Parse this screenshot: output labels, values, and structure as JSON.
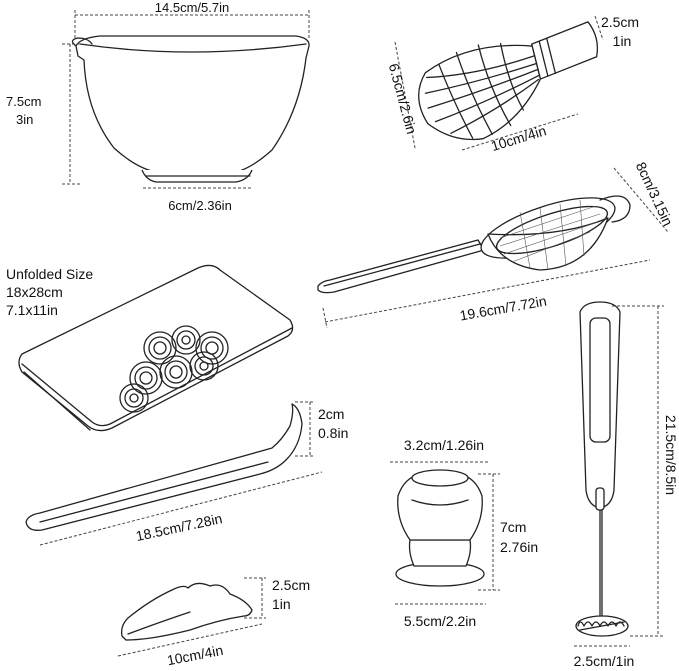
{
  "bowl": {
    "width": "14.5cm/5.7in",
    "height_cm": "7.5cm",
    "height_in": "3in",
    "base": "6cm/2.36in"
  },
  "whisk": {
    "handle_cm": "2.5cm",
    "handle_in": "1in",
    "height": "6.5cm/2.6in",
    "length": "10cm/4in"
  },
  "strainer": {
    "diameter": "8cm/3.15in",
    "length": "19.6cm/7.72in"
  },
  "cloth": {
    "unfolded_label": "Unfolded Size",
    "size_cm": "18x28cm",
    "size_in": "7.1x11in"
  },
  "scoop": {
    "height_cm": "2cm",
    "height_in": "0.8in",
    "length": "18.5cm/7.28in"
  },
  "holder": {
    "top": "3.2cm/1.26in",
    "height_cm": "7cm",
    "height_in": "2.76in",
    "base": "5.5cm/2.2in"
  },
  "frother": {
    "height": "21.5cm/8.5in",
    "width": "2.5cm/1in"
  },
  "rest": {
    "height_cm": "2.5cm",
    "height_in": "1in",
    "length": "10cm/4in"
  }
}
